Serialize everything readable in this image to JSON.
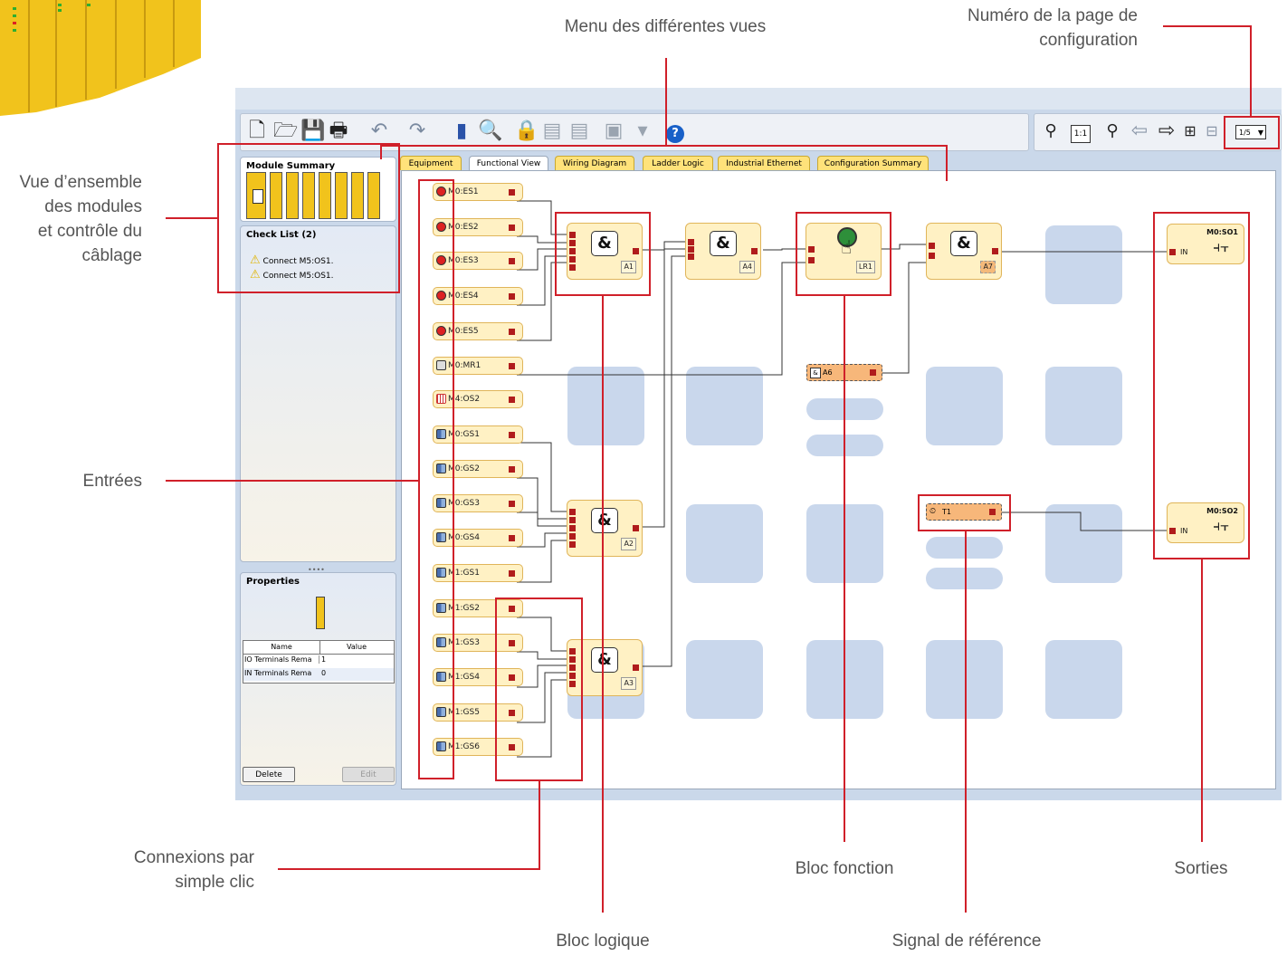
{
  "callouts": {
    "menu_vues": "Menu des différentes vues",
    "numero_page_1": "Numéro de la page de",
    "numero_page_2": "configuration",
    "vue_ensemble_1": "Vue d’ensemble",
    "vue_ensemble_2": "des modules",
    "vue_ensemble_3": "et contrôle du",
    "vue_ensemble_4": "câblage",
    "entrees": "Entrées",
    "connexions_1": "Connexions par",
    "connexions_2": "simple clic",
    "bloc_fonction": "Bloc fonction",
    "sorties": "Sorties",
    "bloc_logique": "Bloc logique",
    "signal_reference": "Signal de référence"
  },
  "toolbar": {
    "zoom_fit": "1:1",
    "page_select": "1/5",
    "help": "?"
  },
  "module_summary": {
    "title": "Module Summary"
  },
  "check_list": {
    "title": "Check List (2)",
    "items": [
      "Connect M5:OS1.",
      "Connect M5:OS1."
    ]
  },
  "properties": {
    "title": "Properties",
    "headers": [
      "Name",
      "Value"
    ],
    "rows": [
      {
        "name": "IO Terminals Rema",
        "value": "1"
      },
      {
        "name": "IN Terminals Rema",
        "value": "0"
      }
    ],
    "delete_label": "Delete",
    "edit_label": "Edit"
  },
  "tabs": [
    "Equipment",
    "Functional View",
    "Wiring Diagram",
    "Ladder Logic",
    "Industrial Ethernet",
    "Configuration Summary"
  ],
  "inputs": [
    "M0:ES1",
    "M0:ES2",
    "M0:ES3",
    "M0:ES4",
    "M0:ES5",
    "M0:MR1",
    "M4:OS2",
    "M0:GS1",
    "M0:GS2",
    "M0:GS3",
    "M0:GS4",
    "M1:GS1",
    "M1:GS2",
    "M1:GS3",
    "M1:GS4",
    "M1:GS5",
    "M1:GS6"
  ],
  "logic_blocks": {
    "A1": "A1",
    "A2": "A2",
    "A3": "A3",
    "A4": "A4",
    "A7": "A7",
    "LR1": "LR1",
    "A6": "A6",
    "T1": "T1",
    "and": "&"
  },
  "outputs": [
    {
      "title": "M0:SO1",
      "in": "IN"
    },
    {
      "title": "M0:SO2",
      "in": "IN"
    }
  ],
  "colors": {
    "accent_red": "#d0202a",
    "block_fill": "#fff1c4",
    "port": "#b01c1c",
    "placeholder": "#c9d7ec"
  }
}
